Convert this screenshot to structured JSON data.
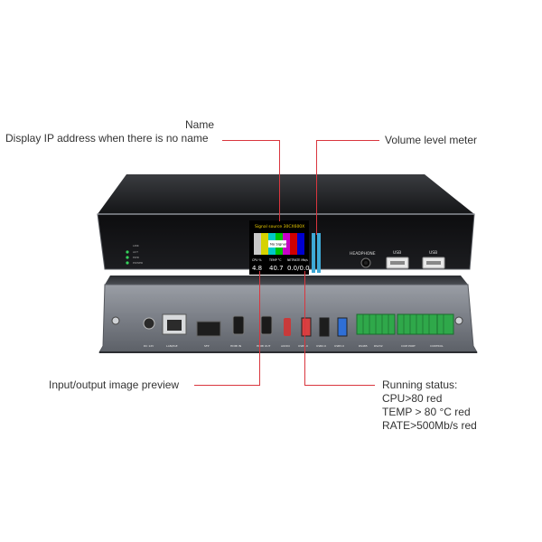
{
  "callouts": {
    "name_title": "Name",
    "name_desc": "Display IP address when there is no name",
    "volume": "Volume level meter",
    "preview": "Input/output image preview",
    "status_title": "Running status:",
    "status_cpu": "CPU>80 red",
    "status_temp": "TEMP > 80 °C red",
    "status_rate": "RATE>500Mb/s  red"
  },
  "device": {
    "screen_title": "Signal source 30CX600X",
    "no_signal": "No Signal",
    "cpu_label": "CPU %",
    "temp_label": "TEMP °C",
    "rate_label": "NETRATE Mb/s",
    "cpu_value": "4.8",
    "temp_value": "40.7",
    "rate_value": "0.0/0.0",
    "led_labels": [
      "LINK",
      "ACT",
      "PWR",
      "POWER"
    ],
    "headphone_label": "HEADPHONE",
    "usb_label_1": "USB",
    "usb_label_2": "USB",
    "rear_labels": [
      "DC 12V",
      "LAN/PoE",
      "SFP",
      "HDMI IN",
      "HDMI OUT",
      "AUDIO",
      "USB3.0",
      "USB2.0",
      "USB3.0",
      "RS485",
      "RS232",
      "COM PORT",
      "CONTROL"
    ],
    "colors": {
      "accent": "#d9363e",
      "body": "#1c1c1e",
      "panel": "#7c8087",
      "terminal": "#2fa84a"
    }
  }
}
